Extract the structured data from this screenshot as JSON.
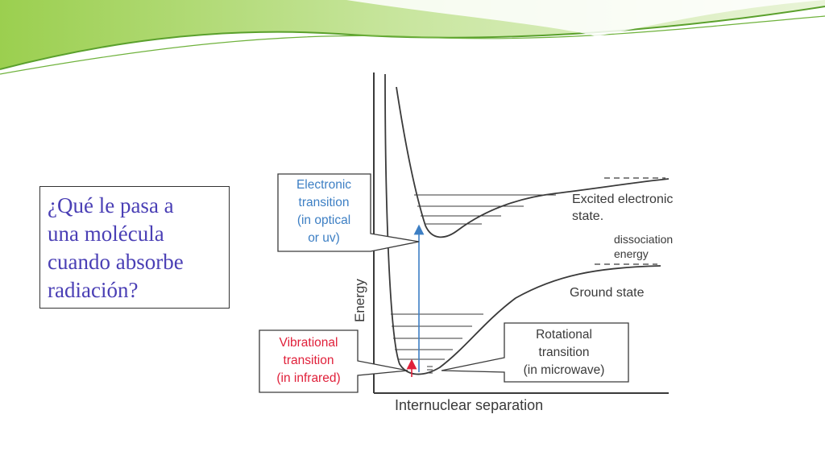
{
  "slide": {
    "question_lines": [
      "¿Qué le pasa a",
      "una molécula",
      "cuando absorbe",
      "radiación?"
    ]
  },
  "diagram": {
    "y_axis_label": "Energy",
    "x_axis_label": "Internuclear separation",
    "curve_labels": {
      "excited_line1": "Excited electronic",
      "excited_line2": "state.",
      "dissociation_line1": "dissociation",
      "dissociation_line2": "energy",
      "ground": "Ground state"
    },
    "callouts": {
      "electronic": [
        "Electronic",
        "transition",
        "(in optical",
        "or uv)"
      ],
      "vibrational": [
        "Vibrational",
        "transition",
        "(in infrared)"
      ],
      "rotational": [
        "Rotational",
        "transition",
        "(in microwave)"
      ]
    }
  },
  "colors": {
    "question_text": "#4a3fb5",
    "electronic": "#3d7fc4",
    "vibrational": "#e0203a",
    "ink": "#3a3a3a",
    "deco_green": "#8cc63f"
  }
}
